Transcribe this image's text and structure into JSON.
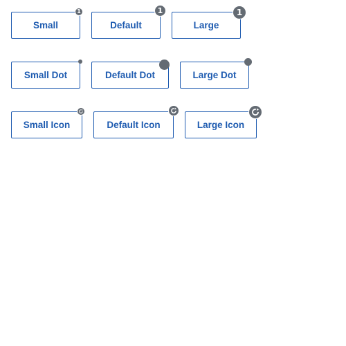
{
  "row_numeric": {
    "small_label": "Small",
    "default_label": "Default",
    "large_label": "Large",
    "badge_count": "1"
  },
  "row_dot": {
    "small_label": "Small Dot",
    "default_label": "Default Dot",
    "large_label": "Large Dot"
  },
  "row_icon": {
    "small_label": "Small Icon",
    "default_label": "Default Icon",
    "large_label": "Large Icon",
    "icon": "refresh-icon"
  },
  "colors": {
    "button_border": "#1e5bb0",
    "button_text": "#1e5bb0",
    "badge_fill": "#646b73"
  }
}
